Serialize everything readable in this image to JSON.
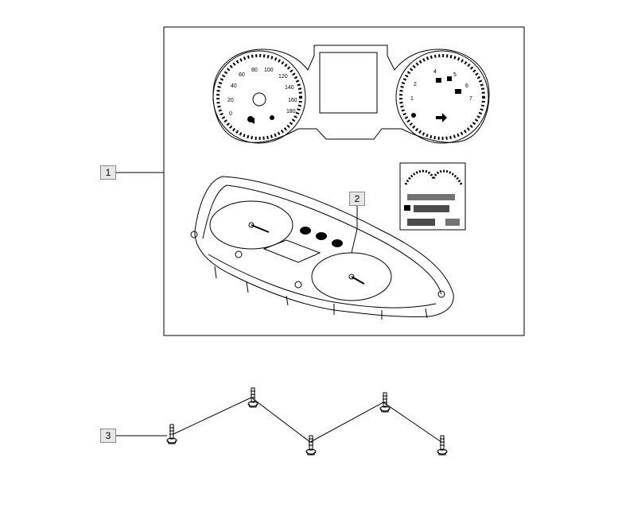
{
  "callouts": [
    {
      "label": "1"
    },
    {
      "label": "2"
    },
    {
      "label": "3"
    }
  ],
  "colors": {
    "line": "#000000",
    "label_bg": "#e6e6e6",
    "label_border": "#8a8a8a"
  }
}
